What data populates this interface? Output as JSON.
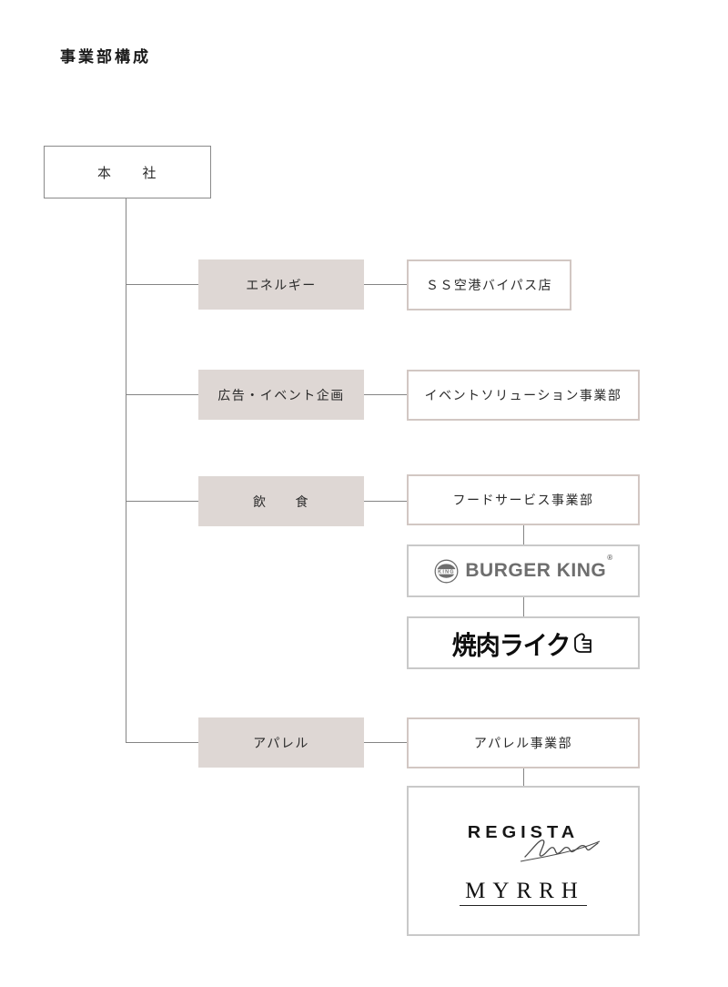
{
  "page": {
    "title": "事業部構成"
  },
  "org": {
    "root": {
      "label": "本　　社"
    },
    "branches": [
      {
        "category": "エネルギー",
        "division": "ＳＳ空港バイパス店"
      },
      {
        "category": "広告・イベント企画",
        "division": "イベントソリューション事業部"
      },
      {
        "category": "飲　　食",
        "division": "フードサービス事業部"
      },
      {
        "category": "アパレル",
        "division": "アパレル事業部"
      }
    ],
    "brands": {
      "burger_king": {
        "label": "BURGER KING",
        "reg": "®",
        "badge_text": "KING",
        "color": "#6e6e6e"
      },
      "yakiniku_like": {
        "label": "焼肉ライク"
      },
      "regista": {
        "label": "REGISTA"
      },
      "myrrh": {
        "label": "MYRRH"
      }
    }
  },
  "colors": {
    "category_bg": "#ded7d4",
    "division_border": "#d2c7c3",
    "brand_border": "#c9c9c9",
    "connector_line": "#848484",
    "burger_king_gray": "#6e6e6e"
  }
}
